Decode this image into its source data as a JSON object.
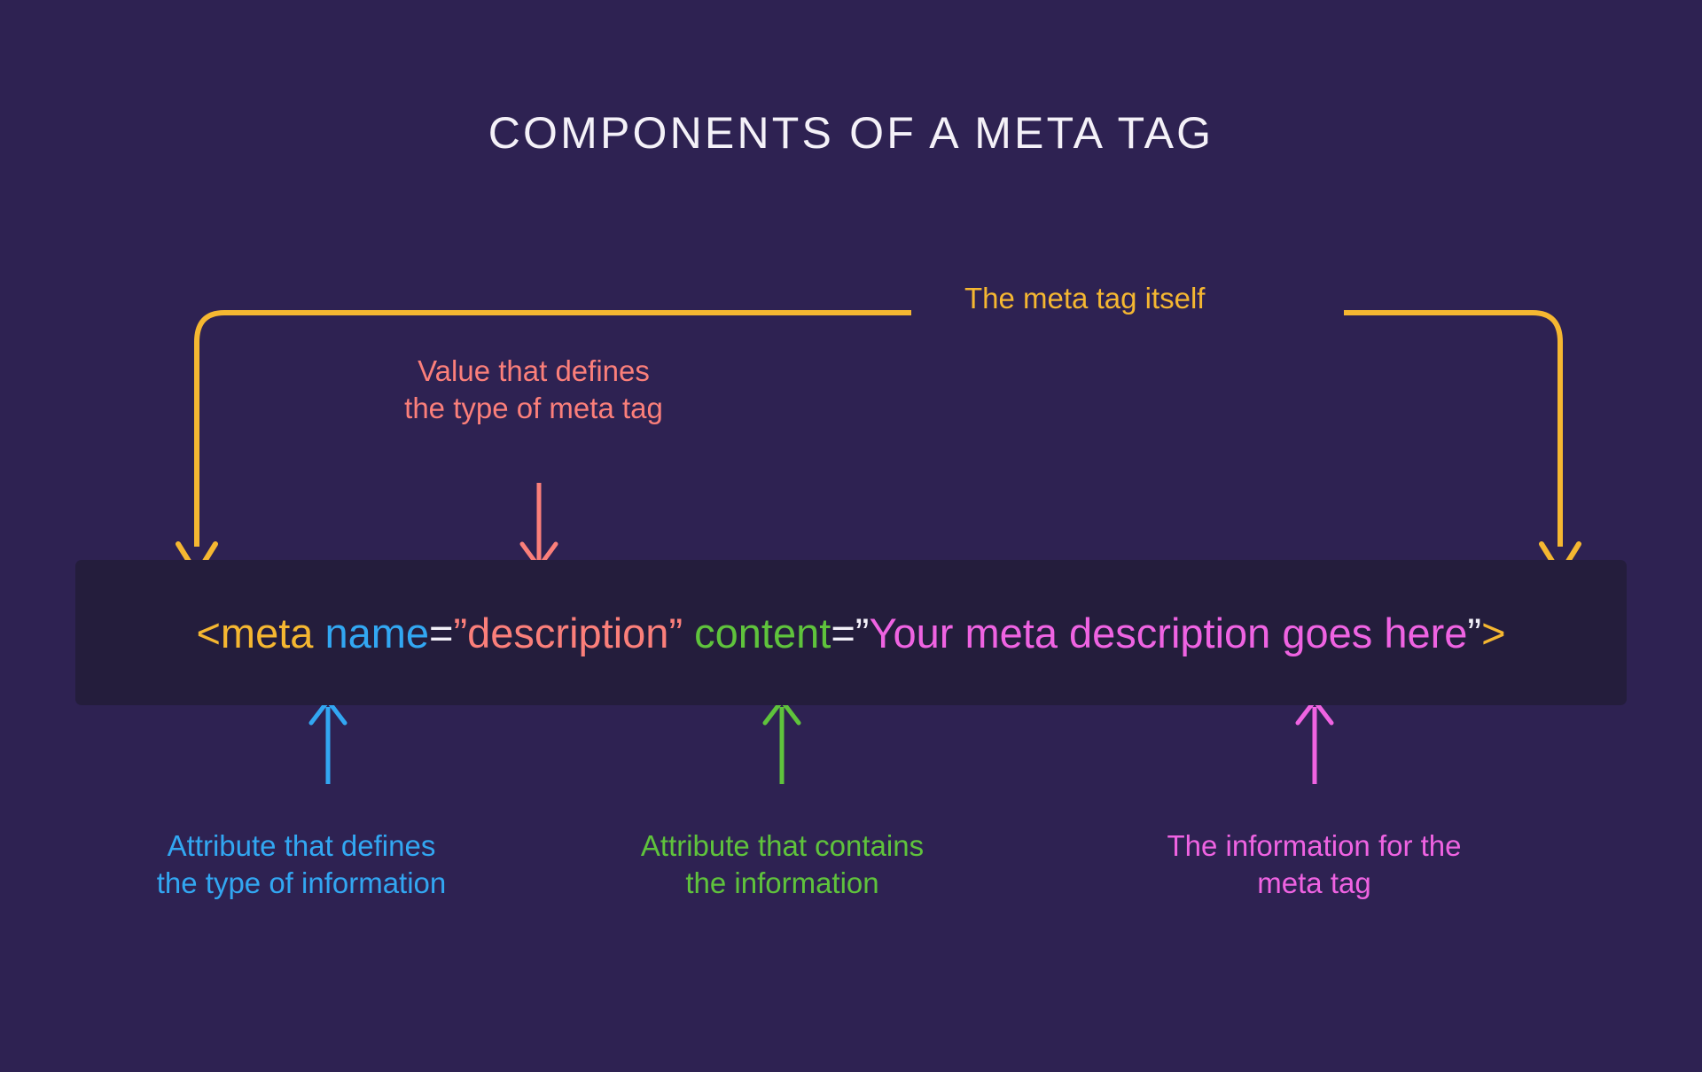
{
  "title": "COMPONENTS OF A META TAG",
  "background_color": "#2e2252",
  "code_block": {
    "background_color": "#241d3c",
    "full_text": "<meta name=\"description\" content=\"Your meta description goes here\">",
    "tokens": {
      "open_tag": "<meta",
      "space1": " ",
      "attr_name": "name",
      "eq1": "=",
      "val_name": "”description”",
      "space2": " ",
      "attr_content": "content",
      "eq2": "=",
      "quote_open": "”",
      "val_content": "Your meta description goes here",
      "quote_close": "”",
      "close_tag": ">"
    },
    "token_colors": {
      "open_tag": "#f5b731",
      "attr_name": "#32a7f2",
      "equals": "#f2f0f8",
      "val_name": "#fb7f7a",
      "attr_content": "#5fc33c",
      "quotes": "#f2f0f8",
      "val_content": "#ef63e2",
      "close_tag": "#f5b731"
    }
  },
  "annotations": {
    "meta_tag_itself": {
      "text": "The meta tag itself",
      "color": "#f5b731",
      "connector": "bracket-down-both-ends"
    },
    "value_type": {
      "text": "Value that defines\nthe type of meta tag",
      "color": "#fb7f7a",
      "connector": "arrow-down"
    },
    "attribute_type": {
      "text": "Attribute that defines\nthe type of information",
      "color": "#32a7f2",
      "connector": "arrow-up"
    },
    "attribute_contains": {
      "text": "Attribute that contains\nthe information",
      "color": "#5fc33c",
      "connector": "arrow-up"
    },
    "information_for_meta": {
      "text": "The information for the\nmeta tag",
      "color": "#ef63e2",
      "connector": "arrow-up"
    }
  }
}
